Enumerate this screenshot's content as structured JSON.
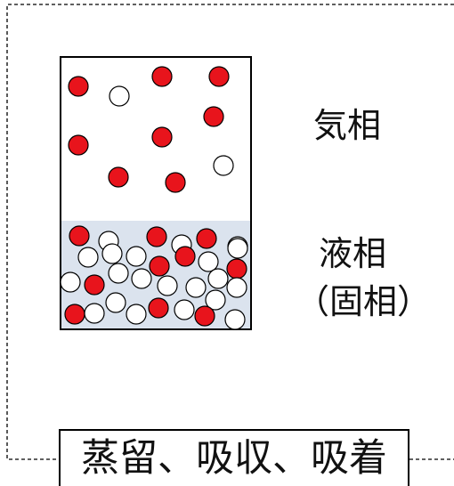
{
  "labels": {
    "gas_phase": "気相",
    "liquid_phase": "液相",
    "solid_phase": "（固相）"
  },
  "caption": "蒸留、吸収、吸着",
  "colors": {
    "molecule_a": "#e8141c",
    "molecule_b": "#ffffff",
    "liquid_fill": "#dbe3ee",
    "outline": "#000000"
  },
  "particles": {
    "gas": [
      {
        "kind": "a"
      },
      {
        "kind": "b"
      },
      {
        "kind": "a"
      },
      {
        "kind": "a"
      },
      {
        "kind": "a"
      },
      {
        "kind": "a"
      },
      {
        "kind": "a"
      },
      {
        "kind": "b"
      },
      {
        "kind": "a"
      },
      {
        "kind": "a"
      }
    ],
    "liquid": [
      {
        "kind": "a"
      },
      {
        "kind": "b"
      },
      {
        "kind": "a"
      },
      {
        "kind": "b"
      },
      {
        "kind": "a"
      },
      {
        "kind": "b"
      },
      {
        "kind": "b"
      },
      {
        "kind": "b"
      },
      {
        "kind": "b"
      },
      {
        "kind": "b"
      },
      {
        "kind": "a"
      },
      {
        "kind": "a"
      },
      {
        "kind": "b"
      },
      {
        "kind": "a"
      },
      {
        "kind": "b"
      },
      {
        "kind": "a"
      },
      {
        "kind": "b"
      },
      {
        "kind": "b"
      },
      {
        "kind": "b"
      },
      {
        "kind": "b"
      },
      {
        "kind": "b"
      },
      {
        "kind": "b"
      },
      {
        "kind": "b"
      },
      {
        "kind": "a"
      },
      {
        "kind": "b"
      },
      {
        "kind": "b"
      },
      {
        "kind": "b"
      },
      {
        "kind": "a"
      },
      {
        "kind": "b"
      },
      {
        "kind": "a"
      },
      {
        "kind": "b"
      }
    ]
  }
}
